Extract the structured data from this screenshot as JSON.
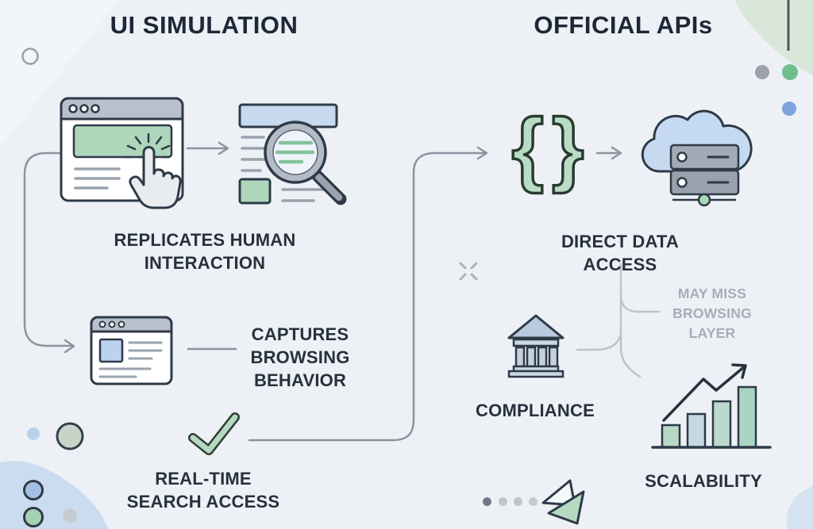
{
  "colors": {
    "background": "#edf1f6",
    "accent_green": "#b5d9c2",
    "accent_blue": "#c5daf1",
    "icon_outline": "#2e3a48",
    "connector_gray": "#8a94a0",
    "text_dark": "#27313d",
    "text_muted": "#a6adb8"
  },
  "headers": {
    "left": "UI SIMULATION",
    "right": "OFFICIAL APIs"
  },
  "labels": {
    "replicates": "REPLICATES HUMAN\nINTERACTION",
    "captures": "CAPTURES\nBROWSING\nBEHAVIOR",
    "realtime": "REAL-TIME\nSEARCH ACCESS",
    "direct": "DIRECT DATA ACCESS",
    "may_miss": "MAY MISS\nBROWSING\nLAYER",
    "compliance": "COMPLIANCE",
    "scalability": "SCALABILITY"
  },
  "icons": {
    "open_brace": "{",
    "close_brace": "}"
  },
  "pagination": {
    "dot_count": 4,
    "active_index": 0
  }
}
